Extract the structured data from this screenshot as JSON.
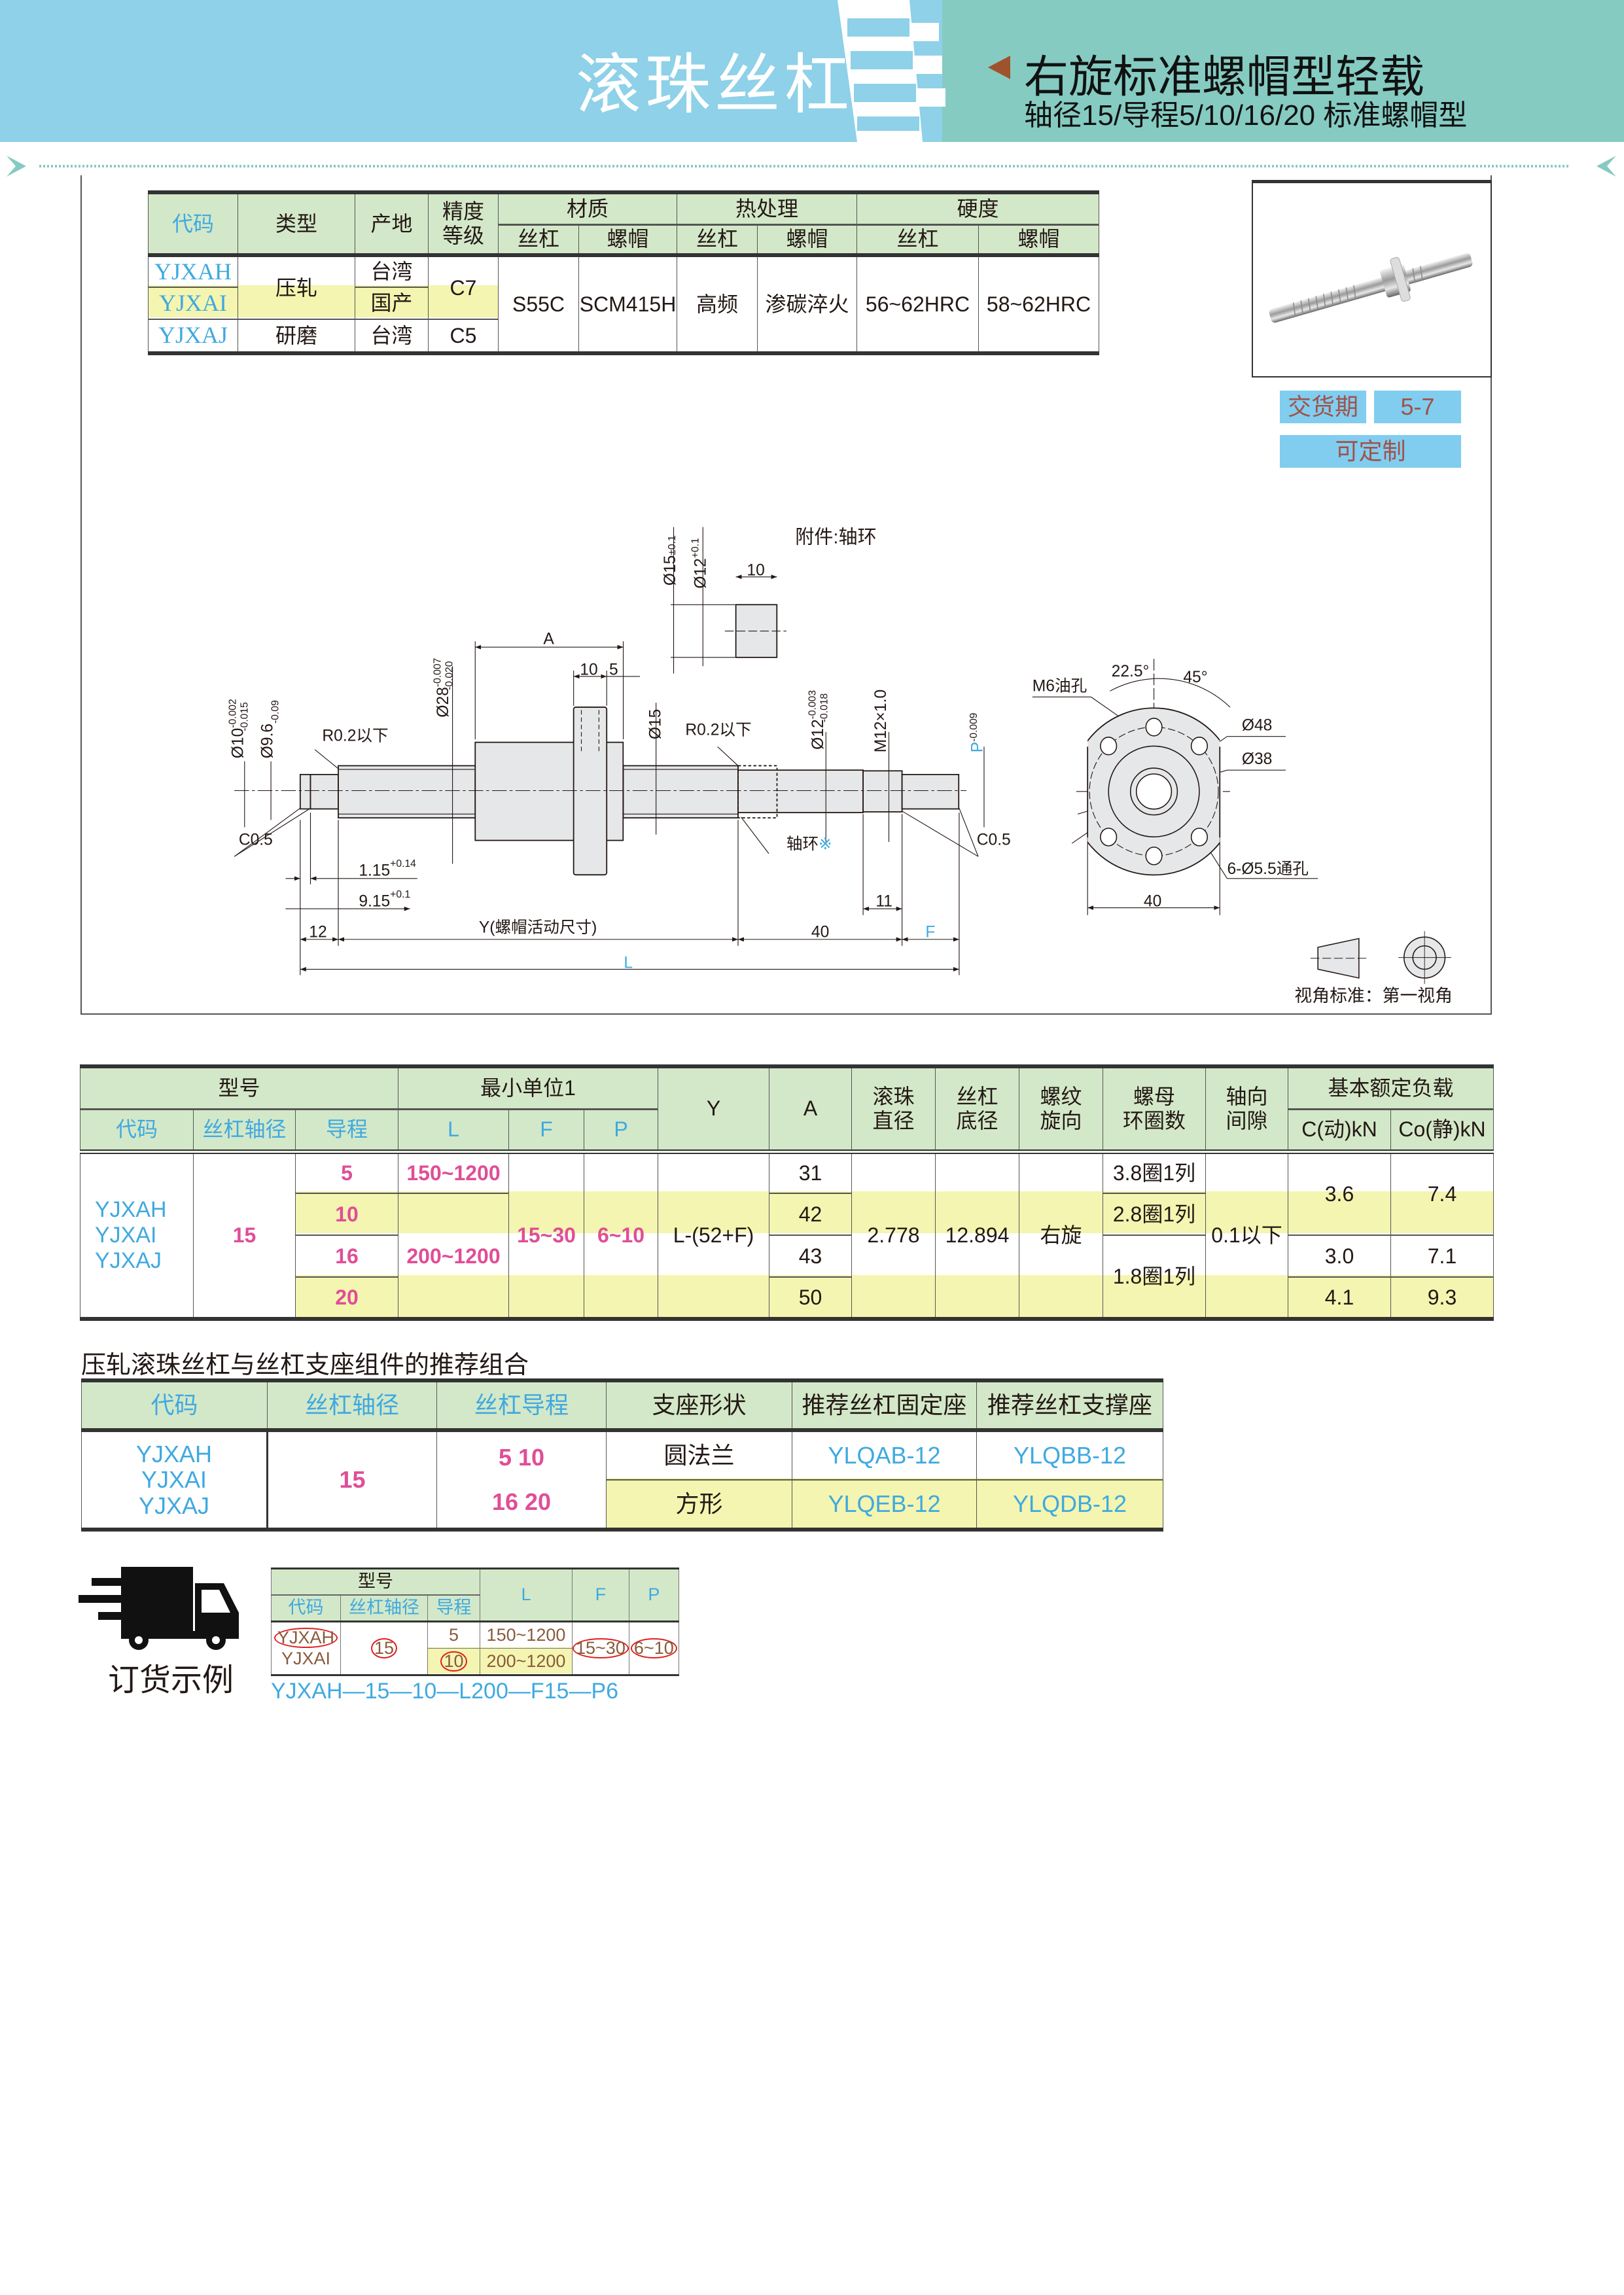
{
  "header": {
    "title": "滚珠丝杠",
    "subtitle": "右旋标准螺帽型轻载",
    "spec": "轴径15/导程5/10/16/20 标准螺帽型"
  },
  "material_table": {
    "headers": {
      "code": "代码",
      "type": "类型",
      "origin": "产地",
      "grade1": "精度",
      "grade2": "等级",
      "material": "材质",
      "heat": "热处理",
      "hardness": "硬度",
      "screw": "丝杠",
      "nut": "螺帽"
    },
    "rows": [
      {
        "code": "YJXAH",
        "origin": "台湾"
      },
      {
        "code": "YJXAI",
        "origin": "国产"
      },
      {
        "code": "YJXAJ",
        "type": "研磨",
        "origin": "台湾",
        "grade": "C5"
      }
    ],
    "type_rolled": "压轧",
    "grade_c7": "C7",
    "material_screw": "S55C",
    "material_nut": "SCM415H",
    "heat_screw": "高频",
    "heat_nut": "渗碳淬火",
    "hard_screw": "56~62HRC",
    "hard_nut": "58~62HRC"
  },
  "badges": {
    "delivery_label": "交货期",
    "delivery_days": "5-7",
    "customizable": "可定制"
  },
  "drawing": {
    "accessory": "附件:轴环",
    "collar_od": "Ø15",
    "collar_od_tol": "±0.1",
    "collar_id": "Ø12",
    "collar_id_tol_up": "+0.1",
    "collar_id_tol_lo": "0",
    "collar_len": "10",
    "A": "A",
    "flange_w": "10",
    "flange_off": "5",
    "d28": "Ø28",
    "d28_up": "-0.007",
    "d28_lo": "-0.020",
    "d10": "Ø10",
    "d10_up": "-0.002",
    "d10_lo": "-0.015",
    "d96": "Ø9.6",
    "d96_up": "0",
    "d96_lo": "-0.09",
    "r02": "R0.2以下",
    "d15": "Ø15",
    "d12": "Ø12",
    "d12_up": "-0.003",
    "d12_lo": "-0.018",
    "m12": "M12×1.0",
    "p": "P",
    "p_up": "0",
    "p_lo": "-0.009",
    "c05": "C0.5",
    "collar": "轴环",
    "collar_mark": "※",
    "g115": "1.15",
    "g115_up": "+0.14",
    "g115_lo": "0",
    "g915": "9.15",
    "g915_up": "+0.1",
    "g915_lo": "0",
    "d11": "11",
    "d12len": "12",
    "y_label": "Y(螺帽活动尺寸)",
    "d40": "40",
    "f": "F",
    "l": "L",
    "oil": "M6油孔",
    "ang1": "22.5°",
    "ang2": "45°",
    "d48": "Ø48",
    "d38": "Ø38",
    "holes": "6-Ø5.5通孔",
    "fw40": "40",
    "view_std": "视角标准：第一视角"
  },
  "spec_table": {
    "headers": {
      "model": "型号",
      "min_unit": "最小单位1",
      "y": "Y",
      "a": "A",
      "ball1": "滚珠",
      "ball2": "直径",
      "root1": "丝杠",
      "root2": "底径",
      "dir1": "螺纹",
      "dir2": "旋向",
      "turns1": "螺母",
      "turns2": "环圈数",
      "gap1": "轴向",
      "gap2": "间隙",
      "load": "基本额定负载",
      "code": "代码",
      "shaft": "丝杠轴径",
      "lead": "导程",
      "L": "L",
      "F": "F",
      "P": "P",
      "C": "C(动)kN",
      "Co": "Co(静)kN"
    },
    "codes": [
      "YJXAH",
      "YJXAI",
      "YJXAJ"
    ],
    "shaft": "15",
    "F": "15~30",
    "P": "6~10",
    "Y": "L-(52+F)",
    "ball": "2.778",
    "root": "12.894",
    "dir": "右旋",
    "gap": "0.1以下",
    "rows": [
      {
        "lead": "5",
        "L": "150~1200",
        "A": "31",
        "turns": "3.8圈1列",
        "C": "3.6",
        "Co": "7.4"
      },
      {
        "lead": "10",
        "A": "42",
        "turns": "2.8圈1列"
      },
      {
        "lead": "16",
        "L": "200~1200",
        "A": "43",
        "turns": "1.8圈1列",
        "C": "3.0",
        "Co": "7.1"
      },
      {
        "lead": "20",
        "A": "50",
        "C": "4.1",
        "Co": "9.3"
      }
    ]
  },
  "combo": {
    "title": "压轧滚珠丝杠与丝杠支座组件的推荐组合",
    "headers": [
      "代码",
      "丝杠轴径",
      "丝杠导程",
      "支座形状",
      "推荐丝杠固定座",
      "推荐丝杠支撑座"
    ],
    "codes": [
      "YJXAH",
      "YJXAI",
      "YJXAJ"
    ],
    "shaft": "15",
    "leads": [
      "5 10",
      "16 20"
    ],
    "rows": [
      {
        "shape": "圆法兰",
        "fixed": "YLQAB-12",
        "support": "YLQBB-12"
      },
      {
        "shape": "方形",
        "fixed": "YLQEB-12",
        "support": "YLQDB-12"
      }
    ]
  },
  "order": {
    "title": "订货示例",
    "headers": {
      "model": "型号",
      "code": "代码",
      "shaft": "丝杠轴径",
      "lead": "导程",
      "L": "L",
      "F": "F",
      "P": "P"
    },
    "codes": [
      "YJXAH",
      "YJXAI"
    ],
    "shaft": "15",
    "leads": [
      "5",
      "10"
    ],
    "L": [
      "150~1200",
      "200~1200"
    ],
    "F": "15~30",
    "P": "6~10",
    "example": "YJXAH—15—10—L200—F15—P6"
  },
  "colors": {
    "header_blue": "#8ED1E8",
    "header_green": "#85CBC2",
    "table_header": "#D3E8C8",
    "highlight": "#F4F5B0",
    "text_blue": "#3FA9E0",
    "text_pink": "#E04E97"
  }
}
